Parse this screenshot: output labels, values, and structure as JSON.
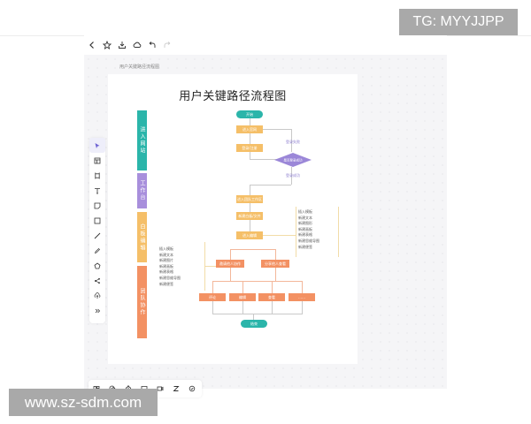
{
  "watermarks": {
    "top_right": "TG: MYYJJPP",
    "bottom_left": "www.sz-sdm.com"
  },
  "toolbar": {
    "icons": [
      "back-icon",
      "star-icon",
      "download-icon",
      "cloud-icon",
      "undo-icon",
      "redo-icon"
    ]
  },
  "document": {
    "label": "用户关键路径流程图"
  },
  "left_tools": [
    "select-arrow-icon",
    "frame-icon",
    "crop-icon",
    "text-icon",
    "sticky-note-icon",
    "rectangle-icon",
    "line-icon",
    "pen-icon",
    "pentagon-icon",
    "mindmap-icon",
    "upload-icon",
    "more-icon"
  ],
  "bottom_tools": [
    "template-icon",
    "chat-icon",
    "timer-icon",
    "comment-icon",
    "video-icon",
    "z-icon",
    "vote-icon"
  ],
  "diagram": {
    "title": "用户关键路径流程图",
    "lanes": [
      {
        "label": "进入网站",
        "color": "#2bb5aa"
      },
      {
        "label": "工作台",
        "color": "#a88fdc"
      },
      {
        "label": "白板编辑",
        "color": "#f5bf68"
      },
      {
        "label": "团队协作",
        "color": "#f39163"
      }
    ],
    "nodes": {
      "start": "开始",
      "enter_site": "进入官网",
      "login_register": "登录/注册",
      "decision": "是否登录成功",
      "login_fail": "登录失败",
      "login_success": "登录成功",
      "enter_workbench": "进入团队工作区",
      "new_whiteboard": "新建白板/文件",
      "enter_editor": "进入编辑",
      "invite_collab": "邀请他人协作",
      "share_view": "分享他人查看",
      "comment": "评论",
      "edit": "编辑",
      "view": "查看",
      "more": "……",
      "end": "结束"
    },
    "notes_right": [
      "插入模板",
      "新建文本",
      "新建图形",
      "新建画板",
      "新建表格",
      "新建思维导图",
      "新建便签"
    ],
    "notes_left": [
      "插入模板",
      "新建文本",
      "新建图片",
      "新建画板",
      "新建表格",
      "新建思维导图",
      "新建便签"
    ]
  }
}
